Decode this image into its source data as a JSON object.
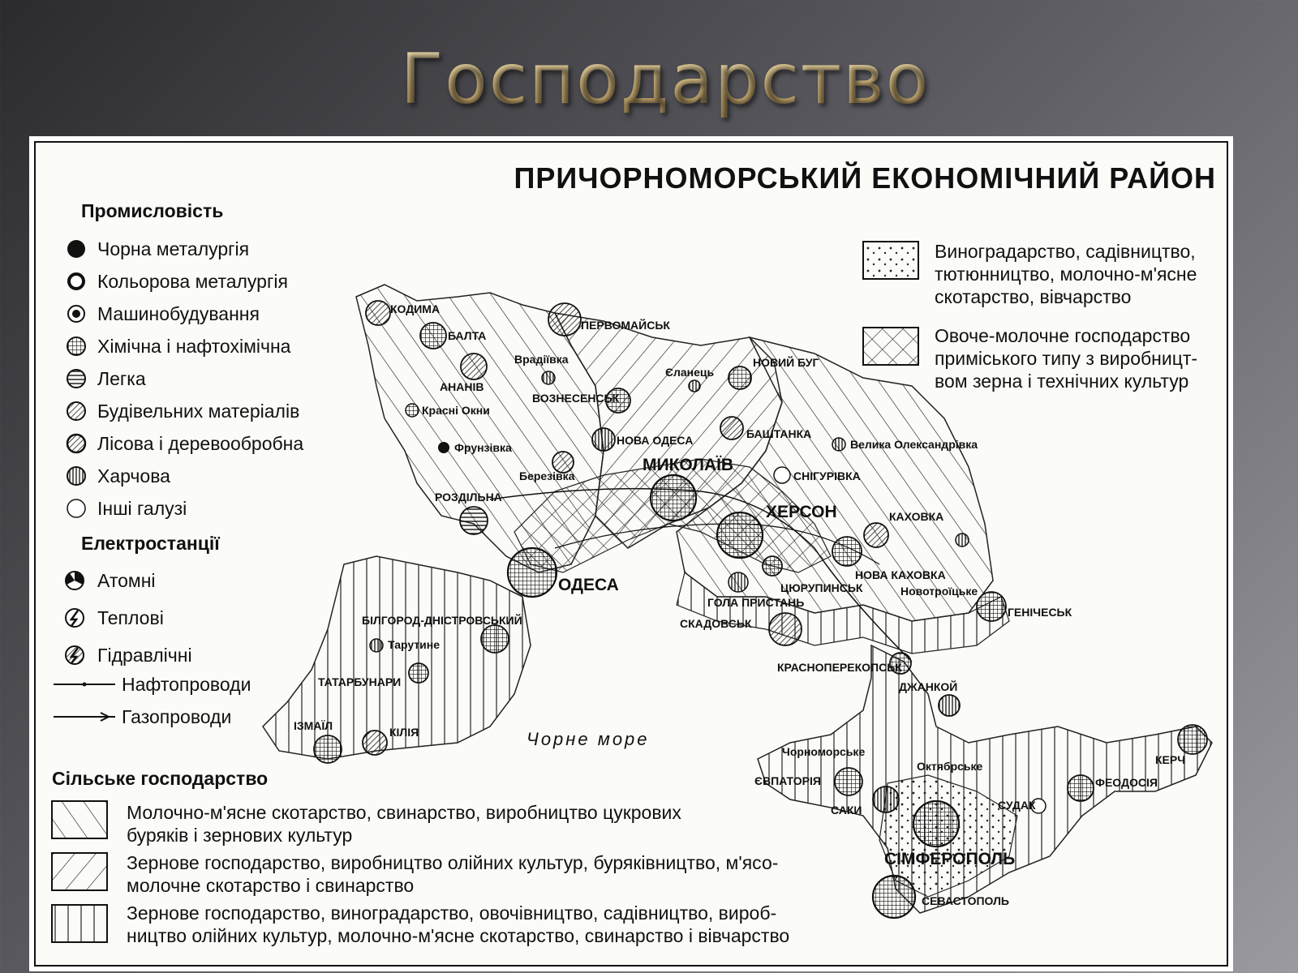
{
  "slide": {
    "title": "Господарство"
  },
  "map": {
    "title": "ПРИЧОРНОМОРСЬКИЙ ЕКОНОМІЧНИЙ РАЙОН",
    "sea_label": "Чорне море",
    "legend_industry": {
      "heading": "Промисловість",
      "items": [
        {
          "label": "Чорна металургія",
          "icon": "filled-circle-icon"
        },
        {
          "label": "Кольорова металургія",
          "icon": "ring-circle-icon"
        },
        {
          "label": "Машинобудування",
          "icon": "dot-circle-icon"
        },
        {
          "label": "Хімічна і нафтохімічна",
          "icon": "grid-circle-icon"
        },
        {
          "label": "Легка",
          "icon": "striped-circle-icon"
        },
        {
          "label": "Будівельних матеріалів",
          "icon": "diagonal-circle-icon"
        },
        {
          "label": "Лісова і деревообробна",
          "icon": "diagonal-dense-circle-icon"
        },
        {
          "label": "Харчова",
          "icon": "vertical-circle-icon"
        },
        {
          "label": "Інші галузі",
          "icon": "empty-circle-icon"
        }
      ]
    },
    "legend_power": {
      "heading": "Електростанції",
      "items": [
        {
          "label": "Атомні",
          "icon": "nuclear-plant-icon"
        },
        {
          "label": "Теплові",
          "icon": "thermal-plant-icon"
        },
        {
          "label": "Гідравлічні",
          "icon": "hydro-plant-icon"
        }
      ],
      "pipelines": [
        {
          "label": "Нафтопроводи"
        },
        {
          "label": "Газопроводи"
        }
      ]
    },
    "legend_agri": {
      "heading": "Сільське господарство",
      "items": [
        {
          "line1": "Молочно-м'ясне скотарство, свинарство, виробництво цукрових",
          "line2": "буряків і зернових культур",
          "pattern": "diagonal-forward"
        },
        {
          "line1": "Зернове господарство, виробництво олійних культур, буряківництво, м'ясо-",
          "line2": "молочне скотарство і свинарство",
          "pattern": "diagonal-back"
        },
        {
          "line1": "Зернове господарство, виноградарство, овочівництво, садівництво, вироб-",
          "line2": "ництво олійних культур, молочно-м'ясне скотарство, свинарство і вівчарство",
          "pattern": "vertical"
        }
      ],
      "items_right": [
        {
          "line1": "Виноградарство, садівництво,",
          "line2": "тютюнництво, молочно-м'ясне",
          "line3": "скотарство, вівчарство",
          "pattern": "dots"
        },
        {
          "line1": "Овоче-молочне господарство",
          "line2": "приміського типу з виробницт-",
          "line3": "вом зерна і технічних культур",
          "pattern": "crosshatch"
        }
      ]
    },
    "cities": {
      "kodyma": "КОДИМА",
      "balta": "БАЛТА",
      "pervomaisk": "ПЕРВОМАЙСЬК",
      "vradiivka": "Врадіївка",
      "ananiv": "АНАНІВ",
      "novyi_buh": "НОВИЙ БУГ",
      "yelanets": "Єланець",
      "voznesensk": "ВОЗНЕСЕНСЬК",
      "krasni_okny": "Красні Окни",
      "frunzivka": "Фрунзівка",
      "nova_odesa": "НОВА ОДЕСА",
      "bashtanka": "БАШТАНКА",
      "berezivka": "Березівка",
      "mykolaiv": "МИКОЛАЇВ",
      "velyka_oleksandrivka": "Велика Олександрівка",
      "snihurivka": "СНІГУРІВКА",
      "rozdilna": "РОЗДІЛЬНА",
      "kherson": "ХЕРСОН",
      "kakhovka": "КАХОВКА",
      "nova_kakhovka": "НОВА КАХОВКА",
      "odesa": "ОДЕСА",
      "tsiurupynsk": "ЦЮРУПИНСЬК",
      "novotroitske": "Новотроїцьке",
      "hola_prystan": "ГОЛА ПРИСТАНЬ",
      "bilhorod": "БІЛГОРОД-ДНІСТРОВСЬКИЙ",
      "skadovsk": "СКАДОВСЬК",
      "henichesk": "ГЕНІЧЕСЬК",
      "tarutyne": "Тарутине",
      "krasnoperekopsk": "КРАСНОПЕРЕКОПСЬК",
      "tatarbunary": "ТАТАРБУНАРИ",
      "dzhankoi": "ДЖАНКОЙ",
      "izmail": "ІЗМАЇЛ",
      "kiliia": "КІЛІЯ",
      "kerch": "КЕРЧ",
      "chornomorske": "Чорноморське",
      "oktiabrske": "Октябрське",
      "yevpatoriia": "ЄВПАТОРІЯ",
      "feodosiia": "ФЕОДОСІЯ",
      "saky": "САКИ",
      "sudak": "СУДАК",
      "simferopol": "СІМФЕРОПОЛЬ",
      "sevastopol": "СЕВАСТОПОЛЬ"
    }
  }
}
